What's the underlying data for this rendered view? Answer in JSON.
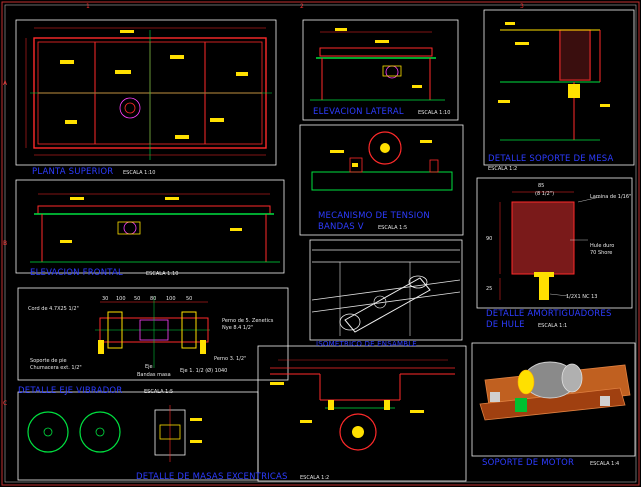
{
  "sheet": {
    "background": "#000000",
    "grid_marks": [
      "A",
      "B",
      "C",
      "1",
      "2",
      "3"
    ]
  },
  "views": {
    "planta": {
      "title": "PLANTA SUPERIOR",
      "scale": "ESCALA 1:10"
    },
    "elevacion_lateral": {
      "title": "ELEVACION LATERAL",
      "scale": "ESCALA 1:10"
    },
    "soporte_mesa": {
      "title": "DETALLE SOPORTE DE MESA",
      "scale": "ESCALA 1:2"
    },
    "mecanismo": {
      "title": "MECANISMO DE TENSION BANDAS V",
      "line1": "MECANISMO DE TENSION",
      "line2": "BANDAS V",
      "scale": "ESCALA 1:5"
    },
    "elevacion_frontal": {
      "title": "ELEVACION FRONTAL",
      "scale": "ESCALA 1:10"
    },
    "amortiguadores": {
      "title": "DETALLE AMORTIGUADORES DE HULE",
      "line1": "DETALLE AMORTIGUADORES",
      "line2": "DE HULE",
      "scale": "ESCALA 1:1"
    },
    "eje": {
      "title": "DETALLE EJE VIBRADOR",
      "scale": "ESCALA 1:5"
    },
    "isometrico": {
      "title": "ISOMETRICO DE ENSAMBLE"
    },
    "motor": {
      "title": "SOPORTE DE MOTOR",
      "scale": "ESCALA 1:4"
    },
    "masas": {
      "title": "DETALLE DE MASAS EXCENTRICAS",
      "scale": "ESCALA 1:2"
    }
  },
  "dims": {
    "eje_top": [
      "30",
      "100",
      "50",
      "80",
      "100",
      "50"
    ],
    "amort_w": "85",
    "amort_h": "90",
    "amort_w2": "25"
  },
  "notes": {
    "eje_1": "Cord de 4.7X25 1/2\"",
    "eje_2": "Perno de 5. Zenetics",
    "eje_3": "Nye 8.4 1/2\"",
    "eje_4": "Soporte de pie",
    "eje_5": "Chumacera ext. 1/2\"",
    "eje_6": "Perno 3. 1/2\"",
    "eje_7": "Eje 1. 1/2 (Ø) 1040",
    "eje_8": "Eje",
    "eje_9": "Bandas masa",
    "amort_1": "Lamina de 1/16\"",
    "amort_2": "Hule duro",
    "amort_3": "70 Shore",
    "amort_4": "1/2X1 NC 13",
    "amort_5": "(8 1/2\")"
  },
  "colors": {
    "blue_text": "#2d3cff",
    "frame": "#f0f0f0",
    "red": "#ff2a2a",
    "yellow": "#ffe000",
    "green": "#00e040",
    "cyan": "#00d8ff",
    "magenta": "#ff40ff"
  }
}
